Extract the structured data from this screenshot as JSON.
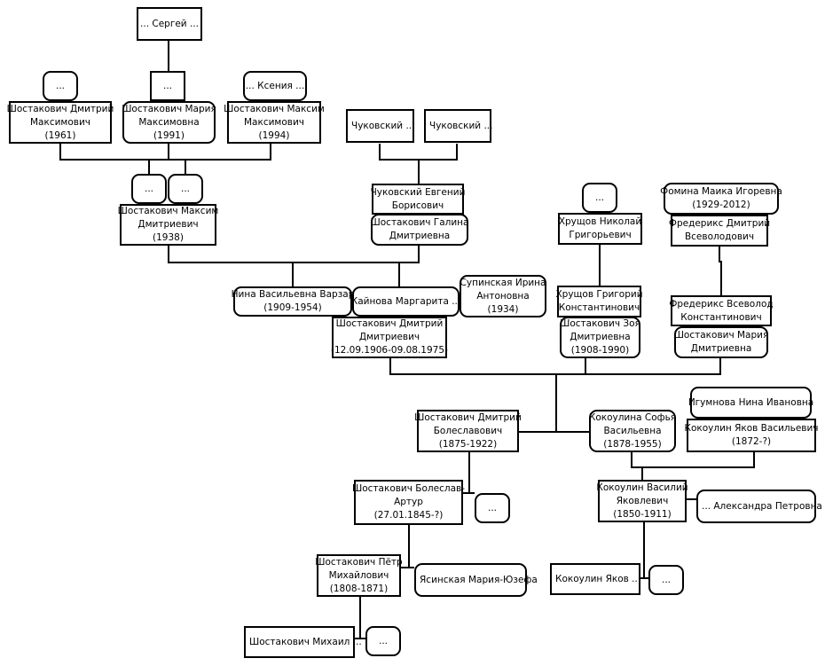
{
  "nodes": {
    "n_sergey": "... Сергей ...",
    "n_ell_dm1961": "...",
    "n_ell_maria": "...",
    "n_kseniya": "... Ксения ...",
    "n_dm1961": "Шостакович Дмитрий\nМаксимович\n(1961)",
    "n_maria1991": "Шостакович Мария\nМаксимовна\n(1991)",
    "n_maksim1994": "Шостакович Максим\nМаксимович\n(1994)",
    "n_chuk1": "Чуковский ...",
    "n_chuk2": "Чуковский ...",
    "n_ell_f1": "...",
    "n_ell_f2": "...",
    "n_maksim1938": "Шостакович Максим\nДмитриевич\n(1938)",
    "n_evgeniy": "Чуковский Евгений\nБорисович",
    "n_galina": "Шостакович Галина\nДмитриевна",
    "n_ell_khr": "...",
    "n_fomina": "Фомина Маика Игоревна\n(1929-2012)",
    "n_khrushchev_n": "Хрущов Николай\nГригорьевич",
    "n_frederiks_d": "Фредерикс Дмитрий\nВсеволодович",
    "n_nina_varzar": "Нина Васильевна  Варзар\n(1909-1954)",
    "n_kainova": "Кайнова Маргарита ...",
    "n_supinskaya": "Супинская  Ирина\nАнтоновна\n(1934)",
    "n_khrushchev_g": "Хрущов Григорий\nКонстантинович",
    "n_frederiks_v": "Фредерикс Всеволод\nКонстантинович",
    "n_dmitriy_main": "Шостакович Дмитрий\nДмитриевич\n(12.09.1906-09.08.1975)",
    "n_zoya": "Шостакович Зоя\nДмитриевна\n(1908-1990)",
    "n_maria_d": "Шостакович Мария\nДмитриевна",
    "n_igumnova": "Игумнова Нина Ивановна",
    "n_dmitriy_b": "Шостакович Дмитрий\nБолеславович\n(1875-1922)",
    "n_sofya": "Кокоулина Софья\nВасильевна\n(1878-1955)",
    "n_yakov_v": "Кокоулин Яков Васильевич\n(1872-?)",
    "n_boleslav": "Шостакович Болеслав-\nАртур\n(27.01.1845-?)",
    "n_ell_bol": "...",
    "n_vasiliy": "Кокоулин Василий\nЯковлевич\n(1850-1911)",
    "n_aleksandra": "... Александра Петровна",
    "n_petr": "Шостакович Пётр\nМихайлович\n(1808-1871)",
    "n_yasinskaya": "Ясинская Мария-Юзефа",
    "n_yakov": "Кокоулин Яков ...",
    "n_ell_yak": "...",
    "n_mikhail": "Шостакович Михаил ...",
    "n_ell_mikh": "..."
  },
  "colors": {
    "line": "#000000",
    "node_border": "#000000",
    "node_fill": "#ffffff"
  }
}
